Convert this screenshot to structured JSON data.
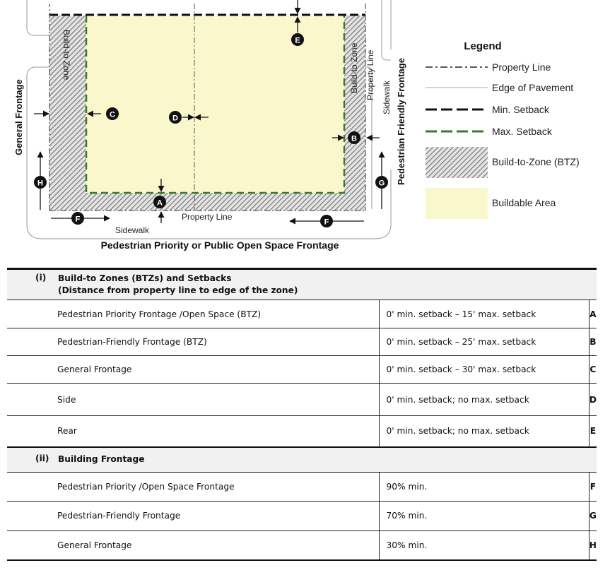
{
  "diagram": {
    "side_labels": {
      "bottom": "Pedestrian Priority or Public Open Space Frontage",
      "left": "General Frontage",
      "right": "Pedestrian Friendly Frontage"
    },
    "inner_labels": {
      "btz_left": "Build-to Zone",
      "btz_right": "Build-to Zone",
      "property_line_right": "Property Line",
      "sidewalk_right": "Sidewalk",
      "property_line_bottom": "Property Line",
      "sidewalk_bottom": "Sidewalk"
    },
    "markers": [
      "A",
      "B",
      "C",
      "D",
      "E",
      "F",
      "F",
      "G",
      "H"
    ]
  },
  "legend": {
    "title": "Legend",
    "items": [
      {
        "label": "Property Line",
        "symbol": "dash-dot-line"
      },
      {
        "label": "Edge of Pavement",
        "symbol": "thin-gray-line"
      },
      {
        "label": "Min. Setback",
        "symbol": "black-dashed-line"
      },
      {
        "label": "Max. Setback",
        "symbol": "green-dashed-line"
      },
      {
        "label": "Build-to-Zone (BTZ)",
        "symbol": "hatched-box"
      },
      {
        "label": "Buildable Area",
        "symbol": "yellow-box"
      }
    ],
    "colors": {
      "buildable": "#fbf7cc",
      "max_setback": "#3a7a2a",
      "hatch": "#8a8a8a"
    }
  },
  "table": {
    "sections": [
      {
        "num": "(i)",
        "title": "Build-to Zones (BTZs) and Setbacks",
        "subtitle": "(Distance from property line to edge of the zone)",
        "rows": [
          {
            "label": "Pedestrian Priority Frontage /Open Space (BTZ)",
            "value": "0' min. setback – 15' max. setback",
            "key": "A"
          },
          {
            "label": "Pedestrian-Friendly Frontage (BTZ)",
            "value": "0' min. setback – 25' max. setback",
            "key": "B"
          },
          {
            "label": "General Frontage",
            "value": "0' min. setback – 30' max. setback",
            "key": "C"
          },
          {
            "label": "Side",
            "value": "0' min. setback; no max. setback",
            "key": "D"
          },
          {
            "label": "Rear",
            "value": "0' min. setback; no max. setback",
            "key": "E"
          }
        ]
      },
      {
        "num": "(ii)",
        "title": "Building Frontage",
        "subtitle": "",
        "rows": [
          {
            "label": "Pedestrian Priority /Open Space Frontage",
            "value": "90% min.",
            "key": "F"
          },
          {
            "label": "Pedestrian-Friendly Frontage",
            "value": "70% min.",
            "key": "G"
          },
          {
            "label": "General Frontage",
            "value": "30% min.",
            "key": "H"
          }
        ]
      }
    ]
  }
}
